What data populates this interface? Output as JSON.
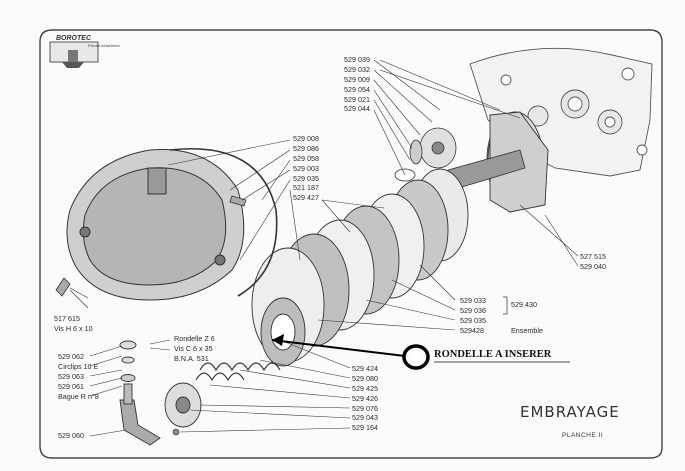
{
  "logo": {
    "brand": "BOROTEC",
    "sub": "Pièces détachées"
  },
  "title": "EMBRAYAGE",
  "plate": "PLANCHE  II",
  "notice": "RONDELLE A INSERER",
  "labels": {
    "top_column": [
      "529 039",
      "529 032",
      "529 009",
      "529 054",
      "529 021",
      "529 044"
    ],
    "upper_left_column": [
      "529 008",
      "529 086",
      "529 058",
      "529 003",
      "529 035",
      "521 187",
      "529 427"
    ],
    "right_pair": [
      "527 515",
      "529 040"
    ],
    "right_middle": [
      "529 033",
      "529 036",
      "529 035",
      "529428"
    ],
    "group_ref": "529 430",
    "ensemble": "Ensemble",
    "left_screw": [
      "517 615",
      "Vis H 6 x 10"
    ],
    "washer_group": [
      "Rondelle  Z 6",
      "Vis  C 6 x 35",
      "B.N.A.   531"
    ],
    "left_bottom_column": [
      "529 062",
      "Circlips 10 E",
      "529 063",
      "529 061",
      "Bague R n°8"
    ],
    "left_bottom_end": "529 060",
    "bottom_column": [
      "529 424",
      "529 080",
      "529 425",
      "529 426",
      "529 076",
      "529 043",
      "529 164"
    ]
  }
}
